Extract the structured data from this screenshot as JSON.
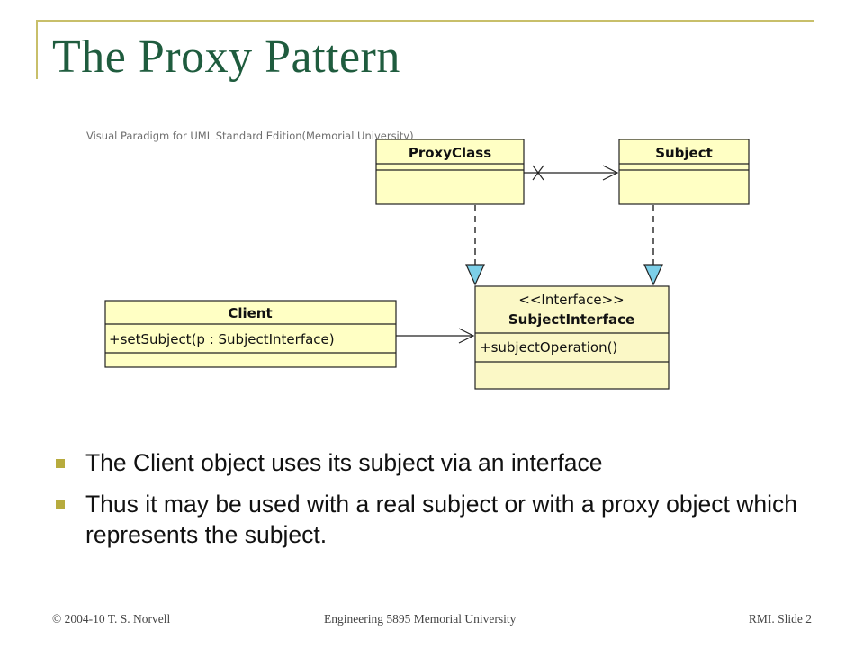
{
  "slide": {
    "title": "The Proxy Pattern"
  },
  "diagram": {
    "watermark": "Visual Paradigm for UML Standard Edition(Memorial University)",
    "classes": {
      "proxy": {
        "name": "ProxyClass"
      },
      "subject": {
        "name": "Subject"
      },
      "client": {
        "name": "Client",
        "operation": "+setSubject(p : SubjectInterface)"
      },
      "interface": {
        "stereotype": "<<Interface>>",
        "name": "SubjectInterface",
        "operation": "+subjectOperation()"
      }
    },
    "colors": {
      "class_fill": "#ffffc4",
      "interface_fill": "#fbf8c6",
      "realization_arrow": "#7ccfe8",
      "line": "#222222"
    }
  },
  "bullets": [
    "The Client object uses its subject via an interface",
    "Thus it may be used with a real subject or with a proxy object which represents the subject."
  ],
  "footer": {
    "left": "© 2004-10 T. S. Norvell",
    "center": "Engineering 5895 Memorial University",
    "right": "RMI. Slide 2"
  }
}
